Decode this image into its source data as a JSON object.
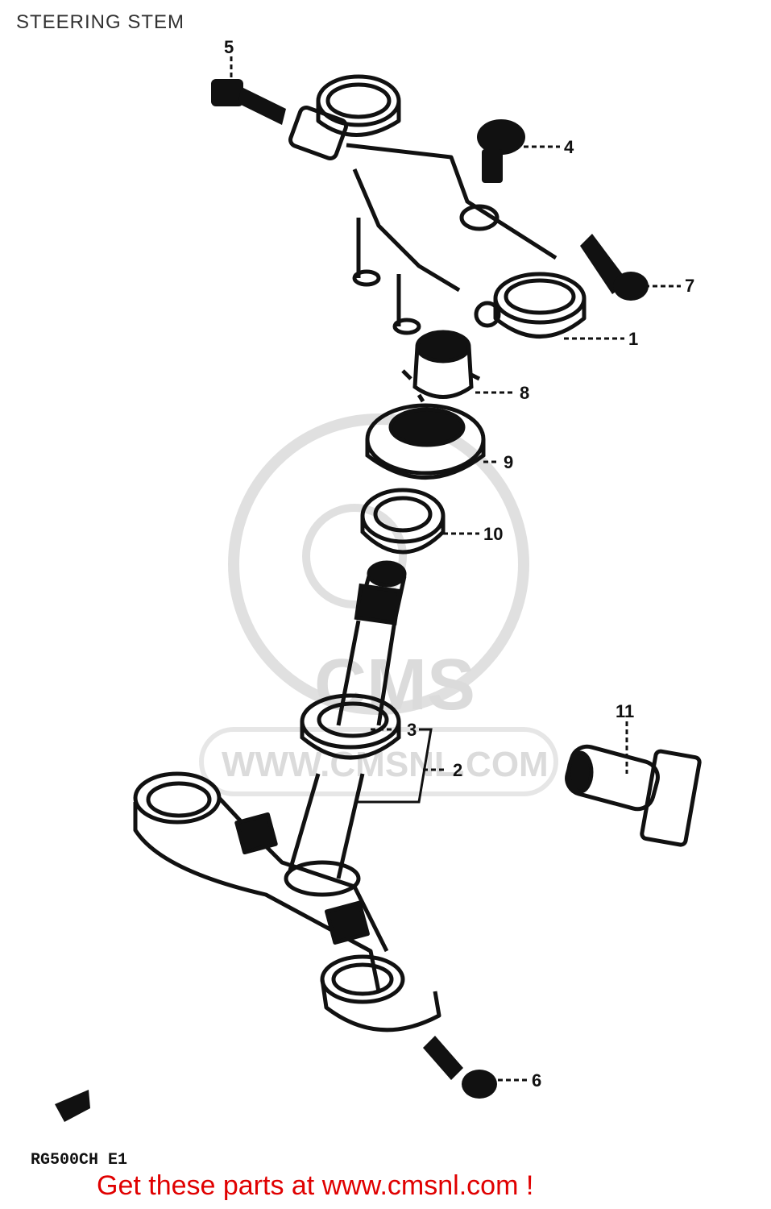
{
  "title": "STEERING STEM",
  "model_code": "RG500CH E1",
  "footer_link": "Get these parts at www.cmsnl.com !",
  "watermark": {
    "brand": "CMS",
    "url": "WWW.CMSNL.COM"
  },
  "callouts": [
    {
      "id": "1",
      "label": "1"
    },
    {
      "id": "2",
      "label": "2"
    },
    {
      "id": "3",
      "label": "3"
    },
    {
      "id": "4",
      "label": "4"
    },
    {
      "id": "5",
      "label": "5"
    },
    {
      "id": "6",
      "label": "6"
    },
    {
      "id": "7",
      "label": "7"
    },
    {
      "id": "8",
      "label": "8"
    },
    {
      "id": "9",
      "label": "9"
    },
    {
      "id": "10",
      "label": "10"
    },
    {
      "id": "11",
      "label": "11"
    }
  ],
  "colors": {
    "footer": "#e00000",
    "ink": "#111111",
    "watermark": "#d8d8d8"
  }
}
